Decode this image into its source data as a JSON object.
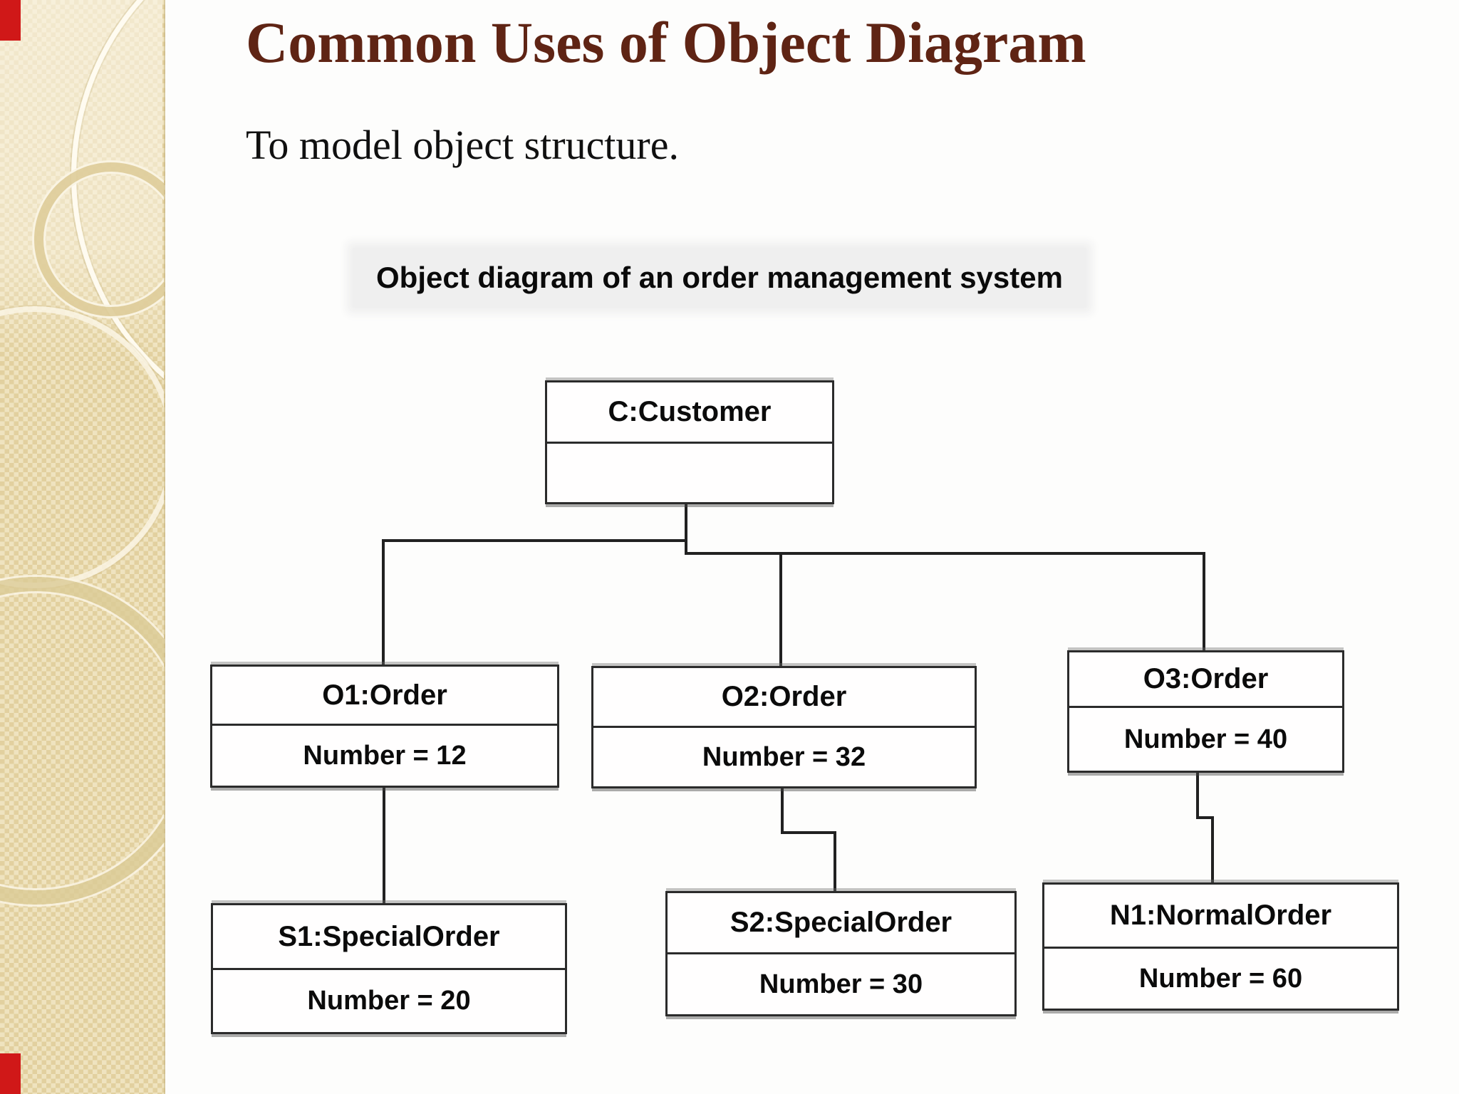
{
  "slide": {
    "title": "Common Uses of Object Diagram",
    "body_text": "To model object structure.",
    "title_color": "#5f2414"
  },
  "decor": {
    "corner_mark_color": "#d01818",
    "sidebar_color": "#e9d9a9"
  },
  "diagram": {
    "caption": "Object diagram of an order management system",
    "nodes": {
      "customer": {
        "title": "C:Customer",
        "attribute": ""
      },
      "o1": {
        "title": "O1:Order",
        "attribute": "Number = 12"
      },
      "o2": {
        "title": "O2:Order",
        "attribute": "Number = 32"
      },
      "o3": {
        "title": "O3:Order",
        "attribute": "Number = 40"
      },
      "s1": {
        "title": "S1:SpecialOrder",
        "attribute": "Number = 20"
      },
      "s2": {
        "title": "S2:SpecialOrder",
        "attribute": "Number = 30"
      },
      "n1": {
        "title": "N1:NormalOrder",
        "attribute": "Number = 60"
      }
    }
  }
}
